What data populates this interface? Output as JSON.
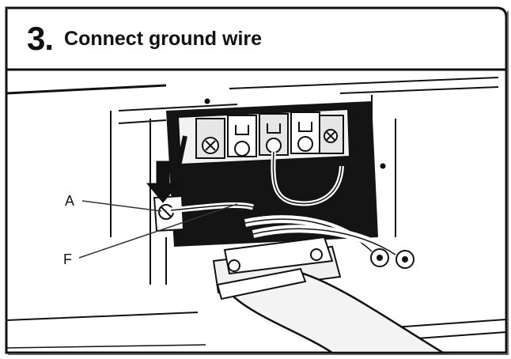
{
  "header": {
    "step_number": "3.",
    "title": "Connect ground wire"
  },
  "callouts": {
    "a": "A",
    "f": "F"
  },
  "colors": {
    "ink": "#111111",
    "paper": "#ffffff",
    "header_bg": "#ffffff"
  },
  "icons": {
    "pointer": "down-arrow-icon"
  }
}
